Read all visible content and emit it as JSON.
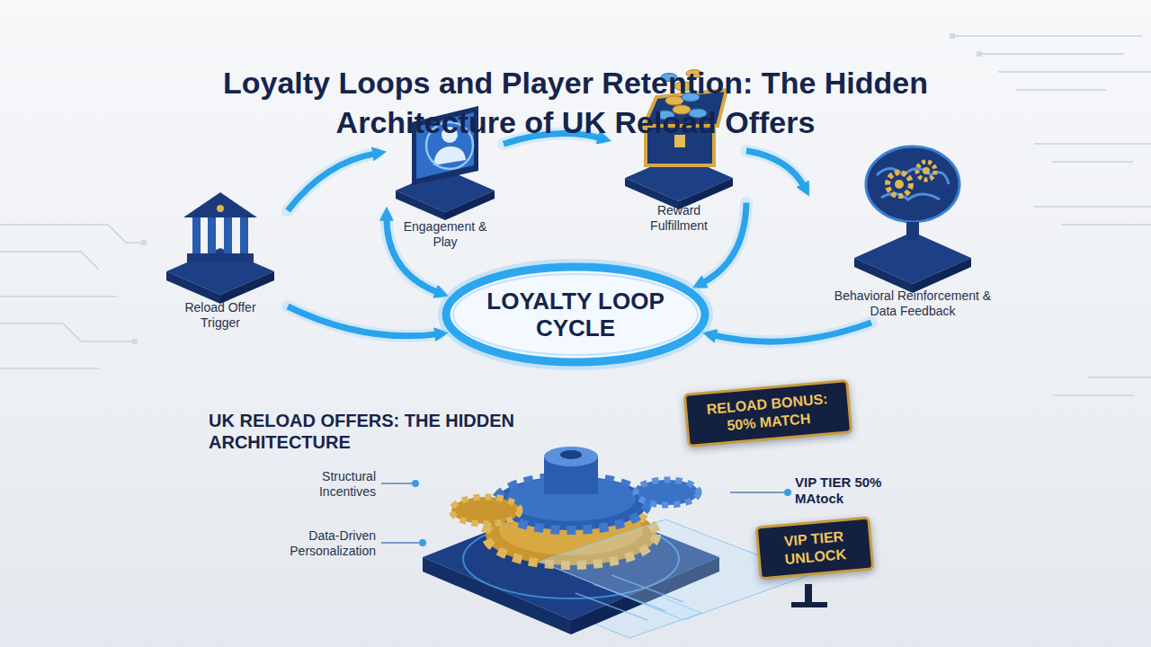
{
  "diagram": {
    "title": "Loyalty Loops and Player Retention: The Hidden Architecture of UK Reload Offers",
    "nodes": [
      {
        "text": [
          "Reload Offer Trigger"
        ]
      },
      {
        "text": [
          "Engagement & Play"
        ]
      },
      {
        "text": [
          "Reward Fulfillment"
        ]
      },
      {
        "text": [
          "Behavioral Reinforcement & Data Feedback"
        ]
      },
      {
        "text": [
          "LOYALTY LOOP CYCLE"
        ]
      },
      {
        "text": [
          "RELOAD BONUS: 50% MATCH"
        ]
      },
      {
        "text": [
          "VIP TIER UNLOCK"
        ]
      }
    ],
    "edges": [
      {
        "from": 0,
        "to": 1,
        "arrow": "to"
      },
      {
        "from": 1,
        "to": 2,
        "arrow": "to"
      },
      {
        "from": 2,
        "to": 3,
        "arrow": "to"
      },
      {
        "from": 0,
        "to": 4,
        "arrow": "to"
      },
      {
        "from": 3,
        "to": 4,
        "arrow": "to"
      },
      {
        "from": 2,
        "to": 4,
        "arrow": "to"
      },
      {
        "from": 1,
        "to": 4,
        "arrow": "both"
      }
    ],
    "labels": [
      "UK RELOAD OFFERS: THE HIDDEN ARCHITECTURE",
      "Structural Incentives",
      "Data-Driven Personalization",
      "VIP TIER 50% MAtock"
    ]
  }
}
